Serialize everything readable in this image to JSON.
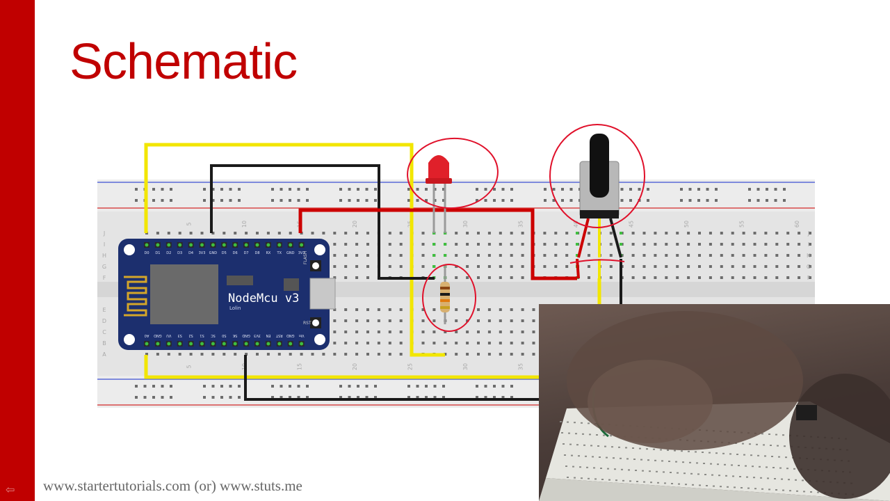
{
  "slide": {
    "title": "Schematic",
    "footer": "www.startertutorials.com (or) www.stuts.me",
    "accent_color": "#c00000"
  },
  "board": {
    "name": "NodeMcu v3",
    "subtitle": "Lolin",
    "top_pins": [
      "D0",
      "D1",
      "D2",
      "D3",
      "D4",
      "3V3",
      "GND",
      "D5",
      "D6",
      "D7",
      "D8",
      "RX",
      "TX",
      "GND",
      "3V3"
    ],
    "bottom_pins": [
      "A0",
      "GND",
      "VU",
      "S3",
      "S2",
      "S1",
      "SC",
      "S0",
      "SK",
      "GND",
      "3V3",
      "EN",
      "RST",
      "GND",
      "Vin"
    ],
    "flash_label": "FLASH",
    "rst_label": "RST"
  },
  "breadboard": {
    "column_numbers": [
      "5",
      "10",
      "15",
      "20",
      "25",
      "30",
      "35",
      "40",
      "45",
      "50",
      "55",
      "60"
    ],
    "row_letters_top": [
      "J",
      "I",
      "H",
      "G",
      "F"
    ],
    "row_letters_bottom": [
      "E",
      "D",
      "C",
      "B",
      "A"
    ]
  },
  "components": {
    "led_color": "#e0202a",
    "wire_colors": {
      "yellow": "#f2e600",
      "black": "#1a1a1a",
      "red": "#cc0000"
    }
  },
  "ui": {
    "nav_icon": "back-arrow-icon"
  }
}
